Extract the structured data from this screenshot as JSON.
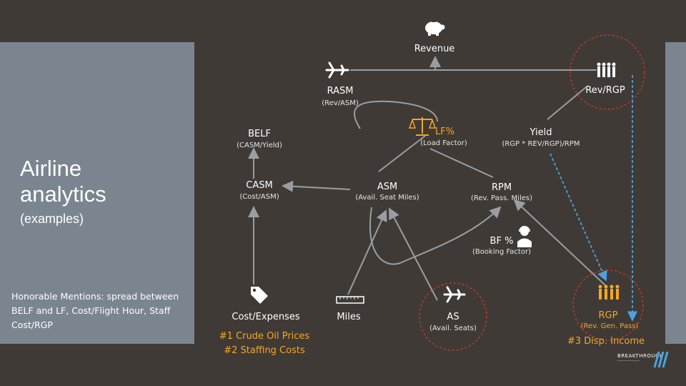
{
  "slide": {
    "title_line1": "Airline",
    "title_line2": "analytics",
    "subtitle": "(examples)",
    "honorable_mentions": "Honorable Mentions: spread between BELF and LF, Cost/Flight Hour, Staff Cost/RGP"
  },
  "nodes": {
    "revenue": {
      "label": "Revenue"
    },
    "rasm": {
      "label": "RASM",
      "sub": "(Rev/ASM)"
    },
    "rev_rgp": {
      "label": "Rev/RGP"
    },
    "belf": {
      "label": "BELF",
      "sub": "(CASM/Yield)"
    },
    "lf": {
      "label": "LF%",
      "sub": "(Load Factor)"
    },
    "yield": {
      "label": "Yield",
      "sub": "(RGP * REV/RGP)/RPM"
    },
    "casm": {
      "label": "CASM",
      "sub": "(Cost/ASM)"
    },
    "asm": {
      "label": "ASM",
      "sub": "(Avail. Seat Miles)"
    },
    "rpm": {
      "label": "RPM",
      "sub": "(Rev. Pass. Miles)"
    },
    "bf": {
      "label": "BF %",
      "sub": "(Booking Factor)"
    },
    "cost": {
      "label": "Cost/Expenses",
      "note1": "#1 Crude Oil Prices",
      "note2": "#2 Staffing Costs"
    },
    "miles": {
      "label": "Miles"
    },
    "as": {
      "label": "AS",
      "sub": "(Avail. Seats)"
    },
    "rgp": {
      "label": "RGP",
      "sub": "(Rev. Gen. Pass)",
      "note": "#3 Disp. Income"
    }
  },
  "logo": {
    "text": "BREAKTHROUGH"
  },
  "colors": {
    "background": "#3f3a36",
    "panel": "#7a8590",
    "orange": "#f5a623",
    "dashed_blue": "#4aa3df",
    "dashed_red": "#c0392b",
    "line": "#9a9ea2"
  },
  "icons": [
    "piggy-bank-icon",
    "airplane-icon",
    "people-group-icon",
    "scales-icon",
    "tag-icon",
    "ruler-icon",
    "agent-headset-icon",
    "logo-stripes-icon"
  ]
}
